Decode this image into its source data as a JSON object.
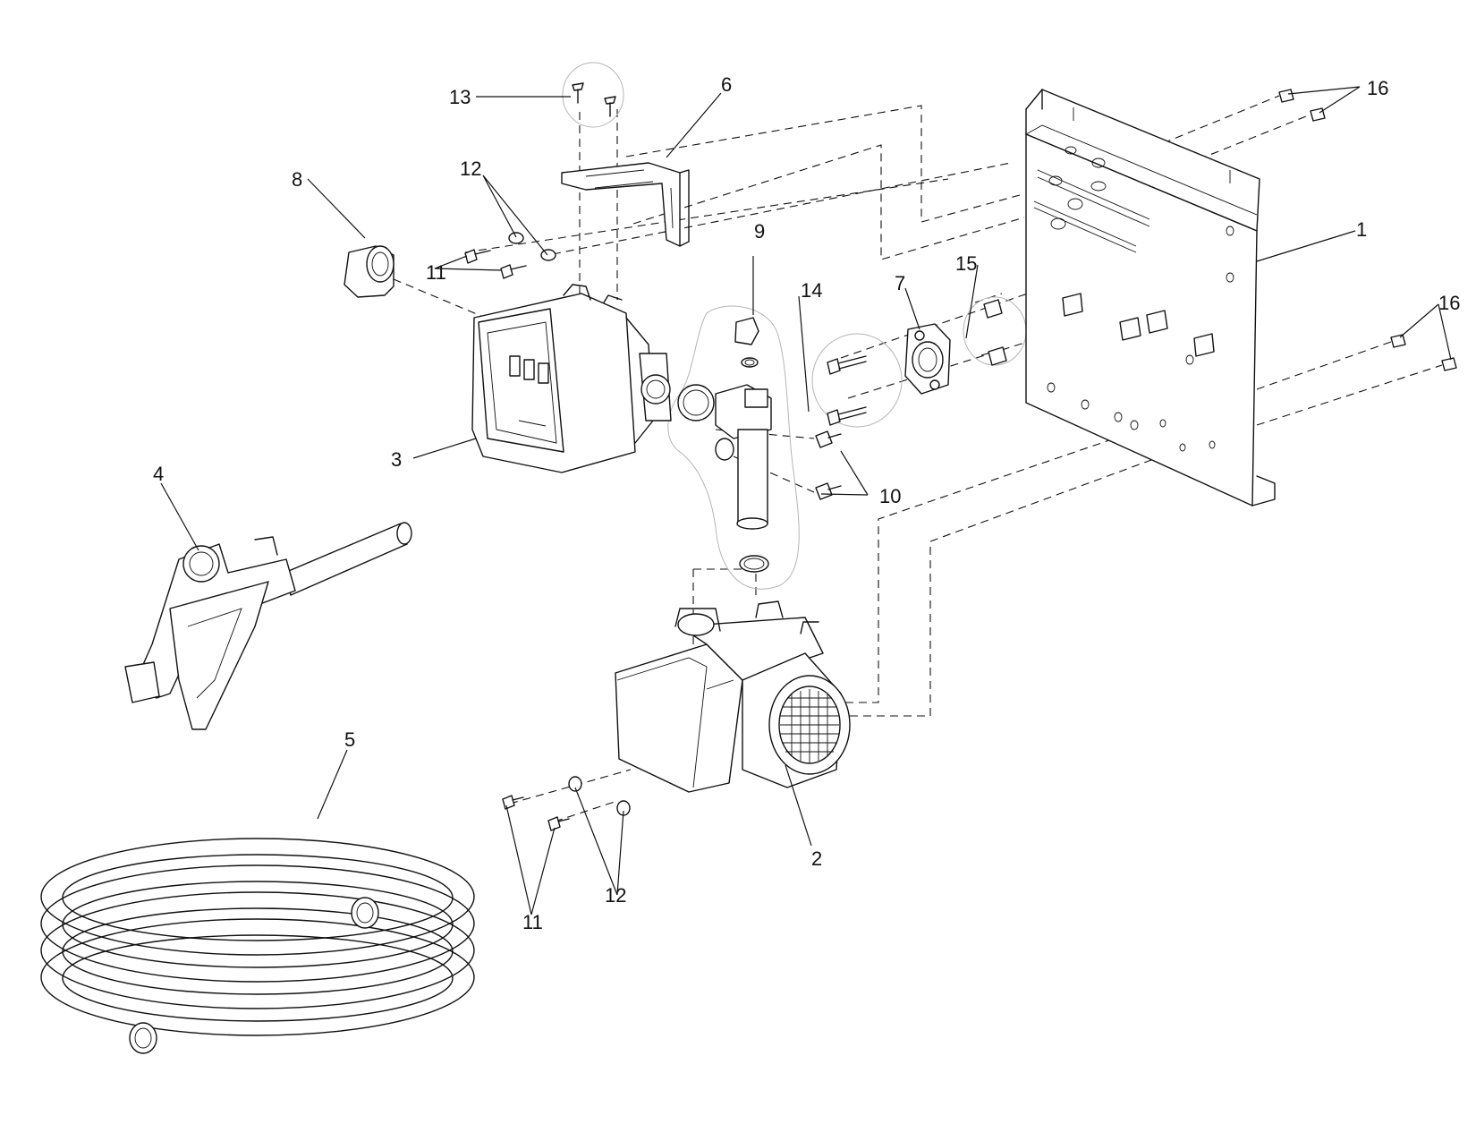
{
  "diagram": {
    "type": "exploded-parts-view",
    "callouts": [
      {
        "id": "c1",
        "label": "1"
      },
      {
        "id": "c2",
        "label": "2"
      },
      {
        "id": "c3",
        "label": "3"
      },
      {
        "id": "c4",
        "label": "4"
      },
      {
        "id": "c5",
        "label": "5"
      },
      {
        "id": "c6",
        "label": "6"
      },
      {
        "id": "c7",
        "label": "7"
      },
      {
        "id": "c8",
        "label": "8"
      },
      {
        "id": "c9",
        "label": "9"
      },
      {
        "id": "c10",
        "label": "10"
      },
      {
        "id": "c11a",
        "label": "11"
      },
      {
        "id": "c11b",
        "label": "11"
      },
      {
        "id": "c12a",
        "label": "12"
      },
      {
        "id": "c12b",
        "label": "12"
      },
      {
        "id": "c13",
        "label": "13"
      },
      {
        "id": "c14",
        "label": "14"
      },
      {
        "id": "c15",
        "label": "15"
      },
      {
        "id": "c16a",
        "label": "16"
      },
      {
        "id": "c16b",
        "label": "16"
      }
    ]
  }
}
